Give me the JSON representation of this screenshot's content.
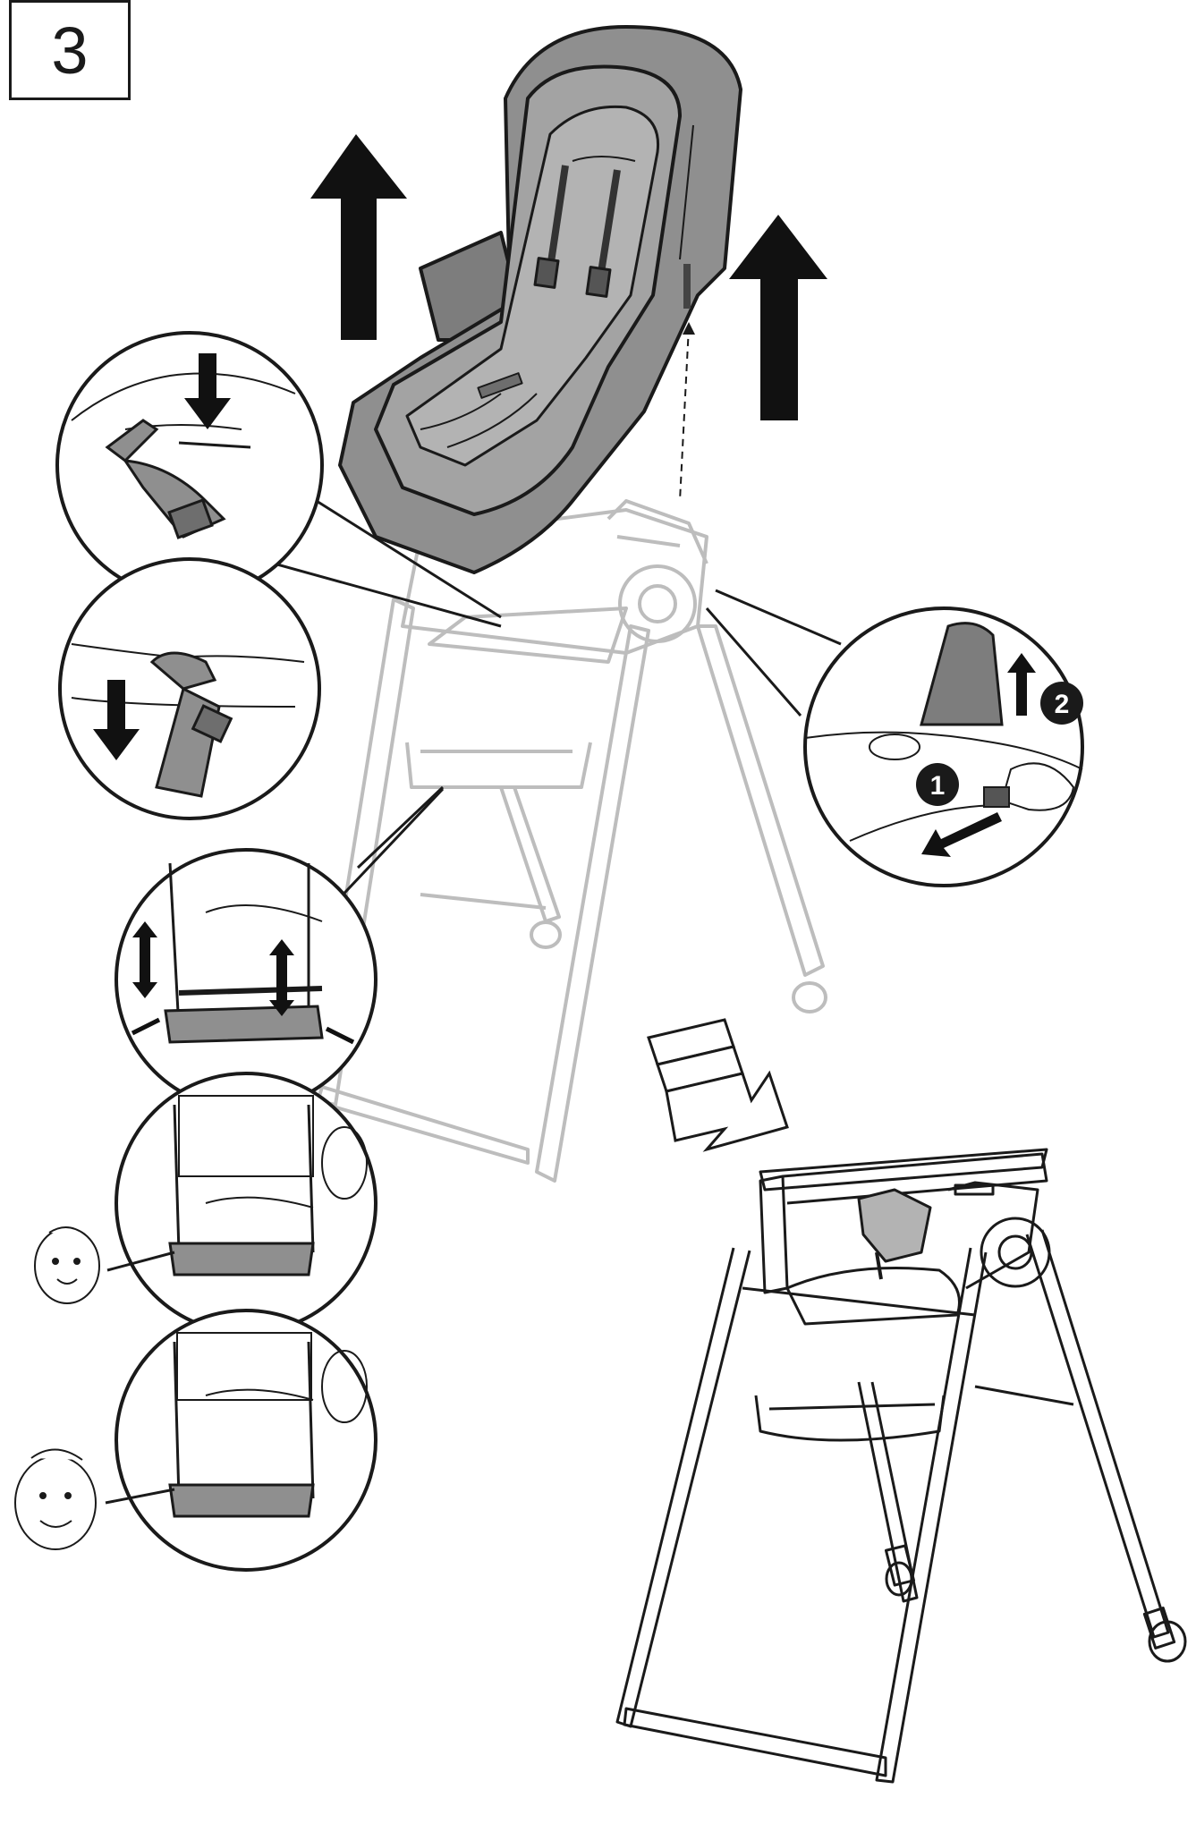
{
  "step": {
    "number": "3"
  },
  "callouts": {
    "release": {
      "badge_1": "1",
      "badge_2": "2"
    }
  },
  "colors": {
    "line": "#1a1a1a",
    "ghost": "#bdbdbd",
    "pad_fill": "#8f8f8f",
    "pad_inner": "#a3a3a3",
    "arrow": "#111111",
    "badge": "#1a1a1a"
  },
  "icons": [
    "up-arrow-icon",
    "down-arrow-icon",
    "double-arrow-icon",
    "dashed-arrow-icon",
    "fold-arrow-icon",
    "baby-face-icon",
    "toddler-face-icon"
  ]
}
